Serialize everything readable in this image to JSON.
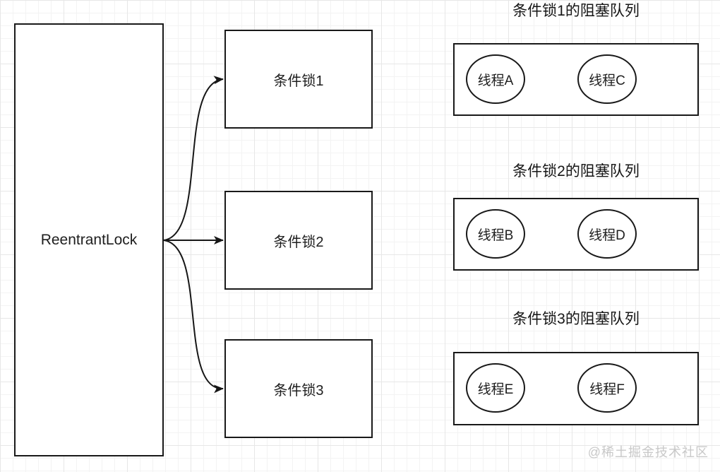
{
  "main_lock": {
    "label": "ReentrantLock"
  },
  "condition_locks": [
    {
      "label": "条件锁1"
    },
    {
      "label": "条件锁2"
    },
    {
      "label": "条件锁3"
    }
  ],
  "queues": [
    {
      "title": "条件锁1的阻塞队列",
      "threads": [
        "线程A",
        "线程C"
      ]
    },
    {
      "title": "条件锁2的阻塞队列",
      "threads": [
        "线程B",
        "线程D"
      ]
    },
    {
      "title": "条件锁3的阻塞队列",
      "threads": [
        "线程E",
        "线程F"
      ]
    }
  ],
  "watermark": "@稀土掘金技术社区",
  "colors": {
    "stroke": "#161616",
    "grid_minor": "#f3f3f3",
    "grid_major": "#e7e7e7",
    "watermark": "#c8c8c8"
  }
}
